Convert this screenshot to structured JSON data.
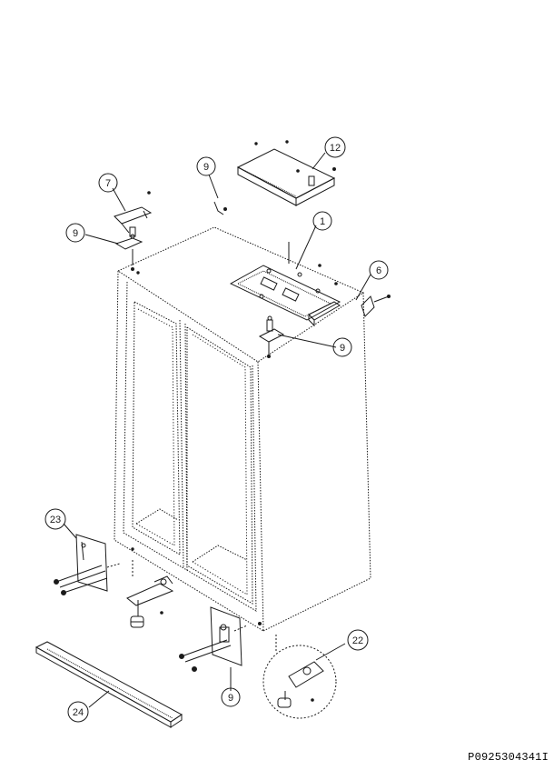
{
  "diagram": {
    "part_code": "P0925304341I",
    "callouts": [
      "7",
      "9",
      "12",
      "9",
      "1",
      "6",
      "9",
      "23",
      "22",
      "9",
      "24"
    ]
  },
  "colors": {
    "line": "#1a1a1a",
    "paper": "#ffffff"
  }
}
